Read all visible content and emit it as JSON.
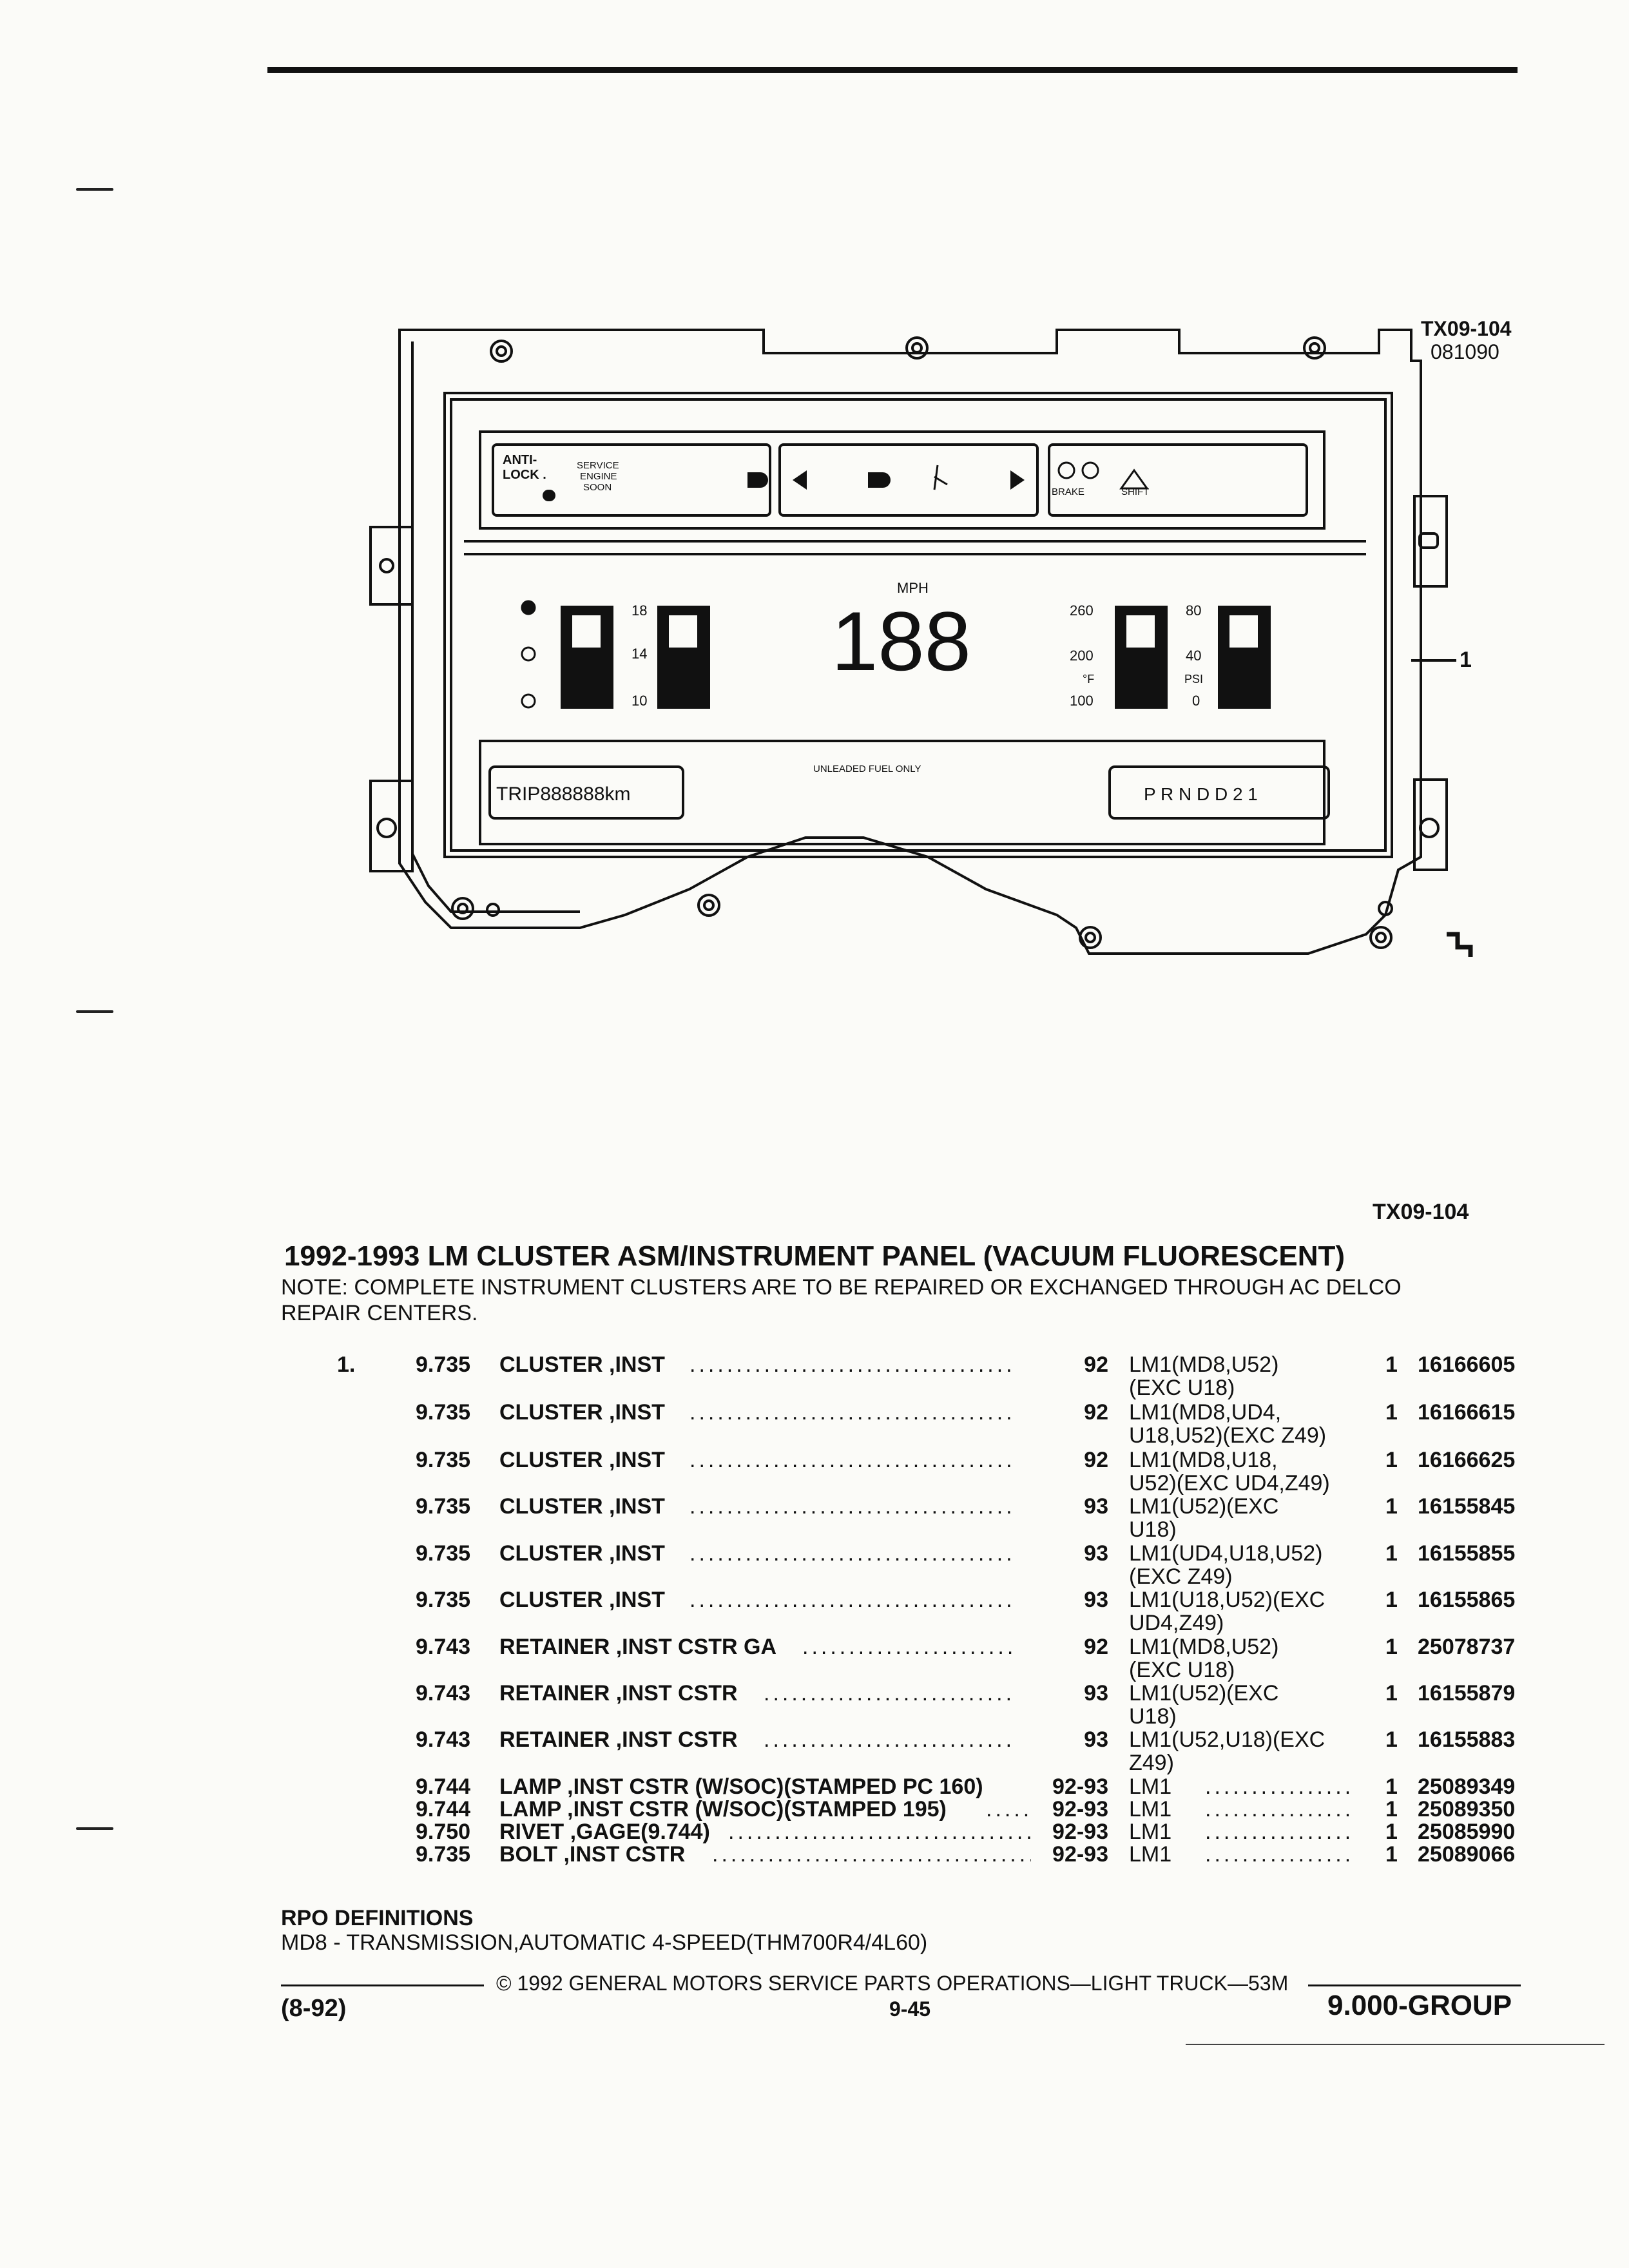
{
  "figure": {
    "code_top": "TX09-104",
    "date_code": "081090",
    "callout": "1",
    "panel": {
      "anti_lock": [
        "ANTI-",
        "LOCK ."
      ],
      "service_engine": [
        "SERVICE",
        "ENGINE",
        "SOON"
      ],
      "brake": "BRAKE",
      "shift": "SHIFT",
      "mph": "MPH",
      "speed": "188",
      "unleaded": "UNLEADED FUEL ONLY",
      "trip": "TRIP888888km",
      "gear": "P   R N D D 2 1",
      "temp_ticks": [
        "260",
        "200",
        "°F",
        "100"
      ],
      "oil_ticks": [
        "80",
        "40",
        "PSI",
        "0"
      ],
      "volt_ticks": [
        "18",
        "14",
        "10"
      ]
    }
  },
  "code_bottom": "TX09-104",
  "title": "1992-1993 LM CLUSTER ASM/INSTRUMENT PANEL (VACUUM FLUORESCENT)",
  "note": "NOTE:  COMPLETE INSTRUMENT CLUSTERS ARE TO BE REPAIRED OR EXCHANGED THROUGH AC DELCO REPAIR CENTERS.",
  "parts": [
    {
      "item": "1.",
      "fig": "9.735",
      "desc": "CLUSTER ,INST",
      "year": "92",
      "rpo": "LM1(MD8,U52)\n(EXC U18)",
      "qty": "1",
      "part": "16166605"
    },
    {
      "item": "",
      "fig": "9.735",
      "desc": "CLUSTER ,INST",
      "year": "92",
      "rpo": "LM1(MD8,UD4,\nU18,U52)(EXC Z49)",
      "qty": "1",
      "part": "16166615"
    },
    {
      "item": "",
      "fig": "9.735",
      "desc": "CLUSTER ,INST",
      "year": "92",
      "rpo": "LM1(MD8,U18,\nU52)(EXC UD4,Z49)",
      "qty": "1",
      "part": "16166625"
    },
    {
      "item": "",
      "fig": "9.735",
      "desc": "CLUSTER ,INST",
      "year": "93",
      "rpo": "LM1(U52)(EXC\nU18)",
      "qty": "1",
      "part": "16155845"
    },
    {
      "item": "",
      "fig": "9.735",
      "desc": "CLUSTER ,INST",
      "year": "93",
      "rpo": "LM1(UD4,U18,U52)\n(EXC Z49)",
      "qty": "1",
      "part": "16155855"
    },
    {
      "item": "",
      "fig": "9.735",
      "desc": "CLUSTER ,INST",
      "year": "93",
      "rpo": "LM1(U18,U52)(EXC\nUD4,Z49)",
      "qty": "1",
      "part": "16155865"
    },
    {
      "item": "",
      "fig": "9.743",
      "desc": "RETAINER ,INST CSTR GA",
      "year": "92",
      "rpo": "LM1(MD8,U52)\n(EXC U18)",
      "qty": "1",
      "part": "25078737"
    },
    {
      "item": "",
      "fig": "9.743",
      "desc": "RETAINER ,INST CSTR",
      "year": "93",
      "rpo": "LM1(U52)(EXC\nU18)",
      "qty": "1",
      "part": "16155879"
    },
    {
      "item": "",
      "fig": "9.743",
      "desc": "RETAINER ,INST CSTR",
      "year": "93",
      "rpo": "LM1(U52,U18)(EXC\nZ49)",
      "qty": "1",
      "part": "16155883"
    },
    {
      "item": "",
      "fig": "9.744",
      "desc": "LAMP ,INST CSTR (W/SOC)(STAMPED PC 160)",
      "year": "92-93",
      "rpo": "LM1",
      "qty": "1",
      "part": "25089349"
    },
    {
      "item": "",
      "fig": "9.744",
      "desc": "LAMP ,INST CSTR (W/SOC)(STAMPED 195)",
      "year": "92-93",
      "rpo": "LM1",
      "qty": "1",
      "part": "25089350"
    },
    {
      "item": "",
      "fig": "9.750",
      "desc": "RIVET ,GAGE(9.744)",
      "year": "92-93",
      "rpo": "LM1",
      "qty": "1",
      "part": "25085990"
    },
    {
      "item": "",
      "fig": "9.735",
      "desc": "BOLT ,INST CSTR",
      "year": "92-93",
      "rpo": "LM1",
      "qty": "1",
      "part": "25089066"
    }
  ],
  "rpo_heading": "RPO DEFINITIONS",
  "rpo_line": "MD8 - TRANSMISSION,AUTOMATIC 4-SPEED(THM700R4/4L60)",
  "footer": {
    "copyright": "© 1992 GENERAL MOTORS SERVICE PARTS OPERATIONS—LIGHT TRUCK—53M",
    "date": "(8-92)",
    "page": "9-45",
    "group": "9.000-GROUP"
  }
}
